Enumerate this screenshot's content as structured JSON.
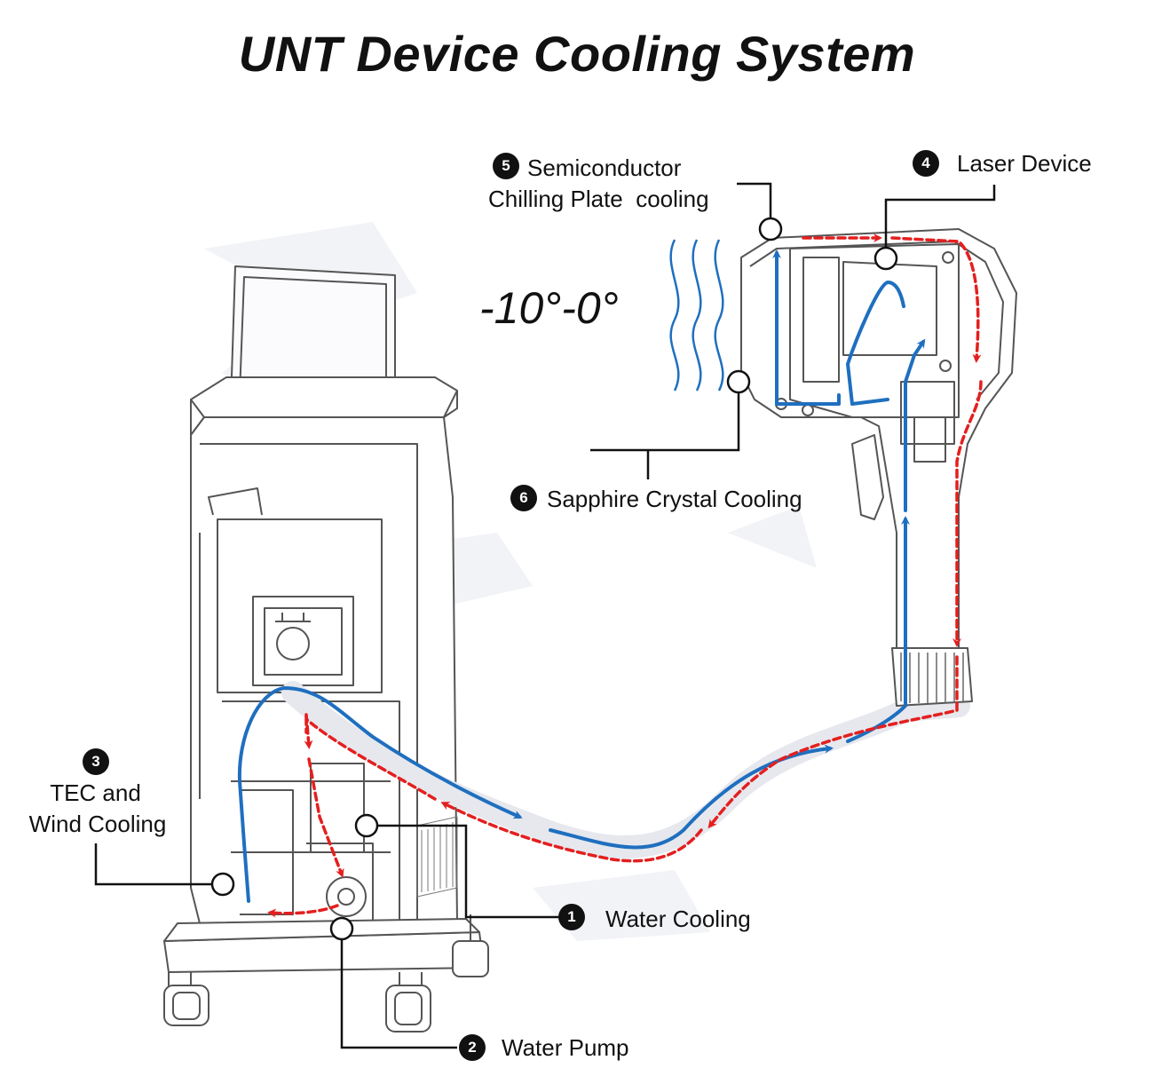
{
  "title": "UNT Device Cooling System",
  "temperature_range": "-10°-0°",
  "components": [
    {
      "number": "1",
      "label": "Water Cooling"
    },
    {
      "number": "2",
      "label": "Water Pump"
    },
    {
      "number": "3",
      "label_line1": "TEC and",
      "label_line2": "Wind Cooling"
    },
    {
      "number": "4",
      "label": "Laser Device"
    },
    {
      "number": "5",
      "label_line1": "Semiconductor",
      "label_line2": "Chilling Plate  cooling"
    },
    {
      "number": "6",
      "label": "Sapphire Crystal Cooling"
    }
  ],
  "colors": {
    "cold_flow": "#1f6fbf",
    "warm_flow": "#e41f1f",
    "line_art": "#444444",
    "callout": "#111111"
  },
  "icons": [
    "cart-machine-illustration",
    "handpiece-illustration",
    "cooling-waves-icon"
  ]
}
